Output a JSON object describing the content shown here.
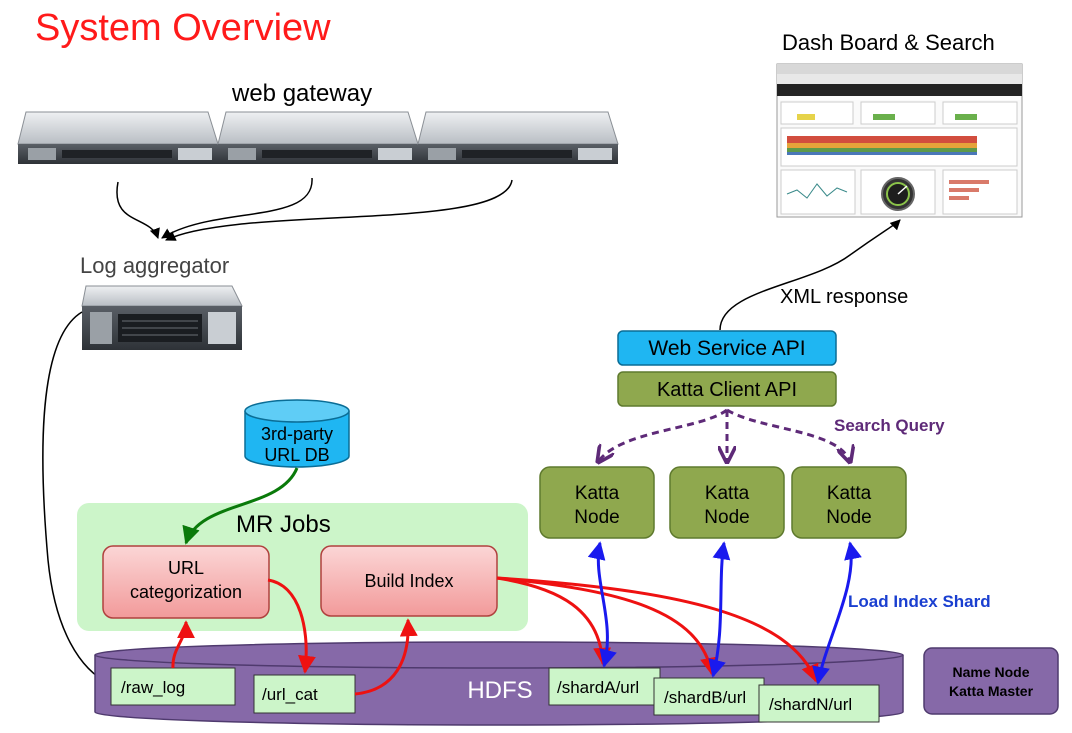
{
  "title": "System Overview",
  "web_gateway": {
    "label": "web gateway",
    "server_icon": "rack-server-icon"
  },
  "log_aggregator": {
    "label": "Log aggregator",
    "server_icon": "tower-server-icon"
  },
  "dashboard": {
    "label": "Dash Board & Search",
    "screenshot_icon": "dashboard-screenshot-icon"
  },
  "xml_response": "XML response",
  "web_service_api": "Web Service API",
  "katta_client_api": "Katta Client API",
  "search_query": "Search Query",
  "katta_nodes": [
    {
      "line1": "Katta",
      "line2": "Node"
    },
    {
      "line1": "Katta",
      "line2": "Node"
    },
    {
      "line1": "Katta",
      "line2": "Node"
    }
  ],
  "load_index_shard": "Load Index Shard",
  "url_db": {
    "line1": "3rd-party",
    "line2": "URL DB"
  },
  "mr_jobs": {
    "title": "MR Jobs",
    "url_categorization": {
      "line1": "URL",
      "line2": "categorization"
    },
    "build_index": "Build Index"
  },
  "hdfs": {
    "label": "HDFS",
    "raw_log": "/raw_log",
    "url_cat": "/url_cat",
    "shard_a": "/shardA/url",
    "shard_b": "/shardB/url",
    "shard_n": "/shardN/url"
  },
  "name_node": {
    "line1": "Name Node",
    "line2": "Katta Master"
  },
  "colors": {
    "title": "#ff1a1a",
    "web_service_api": "#1fb6f2",
    "katta_green": "#8fa84e",
    "katta_border": "#5f7a2e",
    "hdfs_purple": "#8669a8",
    "mr_jobs_bg": "#ccf5c9",
    "job_box": "#f6b0b0",
    "path_box": "#ccf5c9",
    "red_arrow": "#ee1111",
    "blue_arrow": "#1a1aee",
    "green_arrow": "#0a7a0a",
    "purple_dashed": "#5e2a78",
    "db_blue": "#1fb6f2"
  }
}
